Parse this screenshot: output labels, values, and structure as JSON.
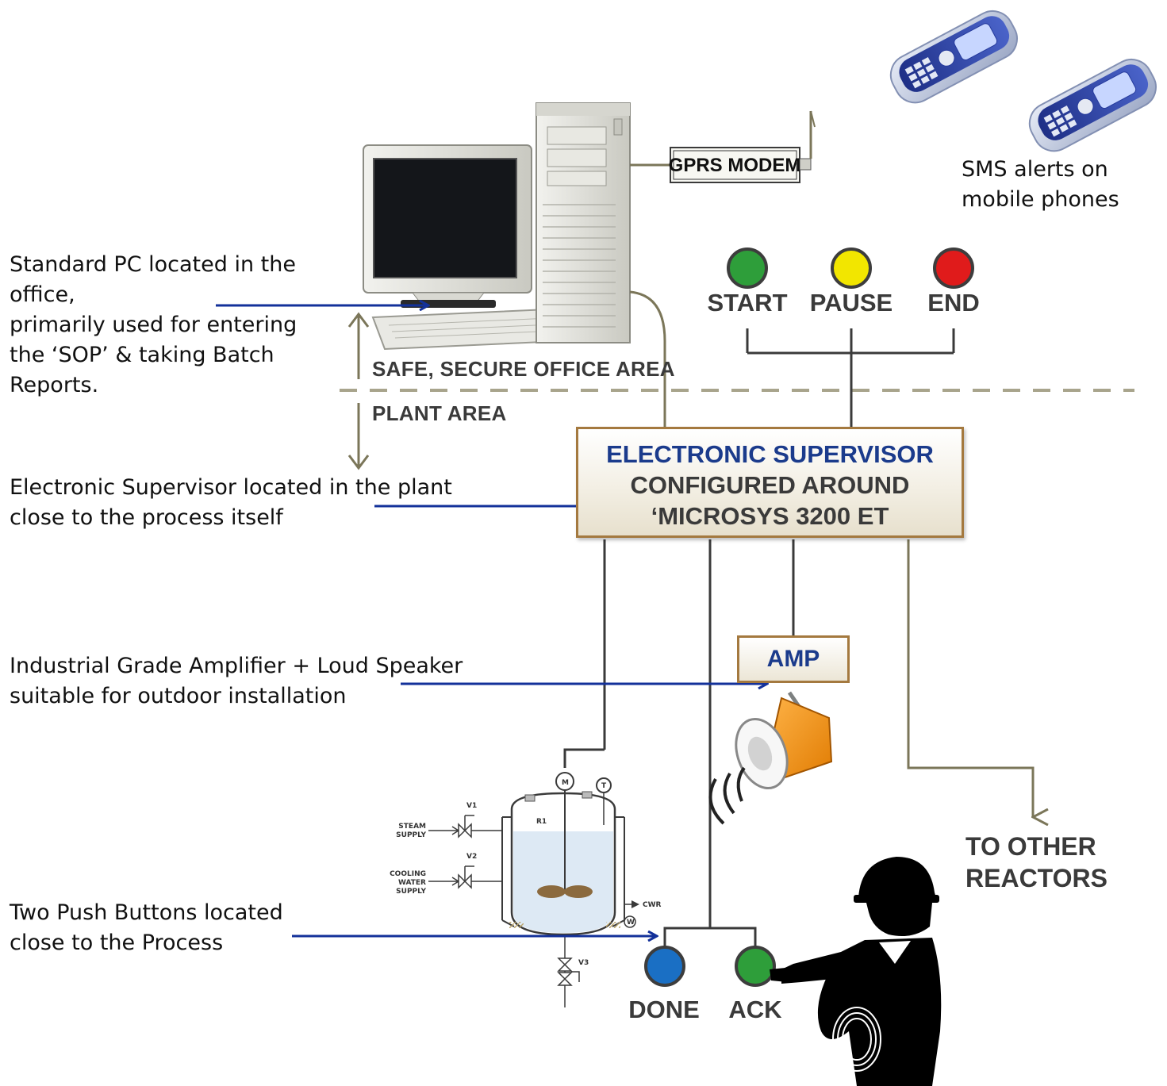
{
  "notes": {
    "pc": [
      "Standard PC located in the",
      "office,",
      "primarily used for entering",
      "the ‘SOP’ & taking Batch",
      "Reports."
    ],
    "supervisor": [
      "Electronic Supervisor located in the plant",
      "close to the process  itself"
    ],
    "amplifier": [
      "Industrial Grade Amplifier + Loud Speaker",
      "suitable for outdoor  installation"
    ],
    "push_buttons": [
      "Two Push Buttons located",
      "close to the  Process"
    ]
  },
  "sms": [
    "SMS alerts on",
    "mobile phones"
  ],
  "modem_label": "GPRS MODEM",
  "areas": {
    "office": "SAFE, SECURE OFFICE AREA",
    "plant": "PLANT AREA"
  },
  "top_buttons": [
    {
      "label": "START",
      "color": "#2e9e3a"
    },
    {
      "label": "PAUSE",
      "color": "#f2e600"
    },
    {
      "label": "END",
      "color": "#e01b1b"
    }
  ],
  "supervisor": {
    "line1": "ELECTRONIC SUPERVISOR",
    "line2": "CONFIGURED AROUND",
    "line3": "‘MICROSYS 3200 ET"
  },
  "amp_label": "AMP",
  "other_reactors": [
    "TO OTHER",
    "REACTORS"
  ],
  "bottom_buttons": [
    {
      "label": "DONE",
      "color": "#1a6fc4"
    },
    {
      "label": "ACK",
      "color": "#2e9e3a"
    }
  ],
  "reactor": {
    "vessel": "R1",
    "motor": "M",
    "temp": "T",
    "water": "W",
    "v1": "V1",
    "v2": "V2",
    "v3": "V3",
    "steam": [
      "STEAM",
      "SUPPLY"
    ],
    "cooling": [
      "COOLING",
      "WATER",
      "SUPPLY"
    ],
    "cwr": "CWR"
  },
  "colors": {
    "arrow": "#13319a",
    "wire_dark": "#3a3a3a",
    "wire_olive": "#7b7659",
    "box_border": "#a4793f",
    "title_blue": "#1b3b8c"
  }
}
